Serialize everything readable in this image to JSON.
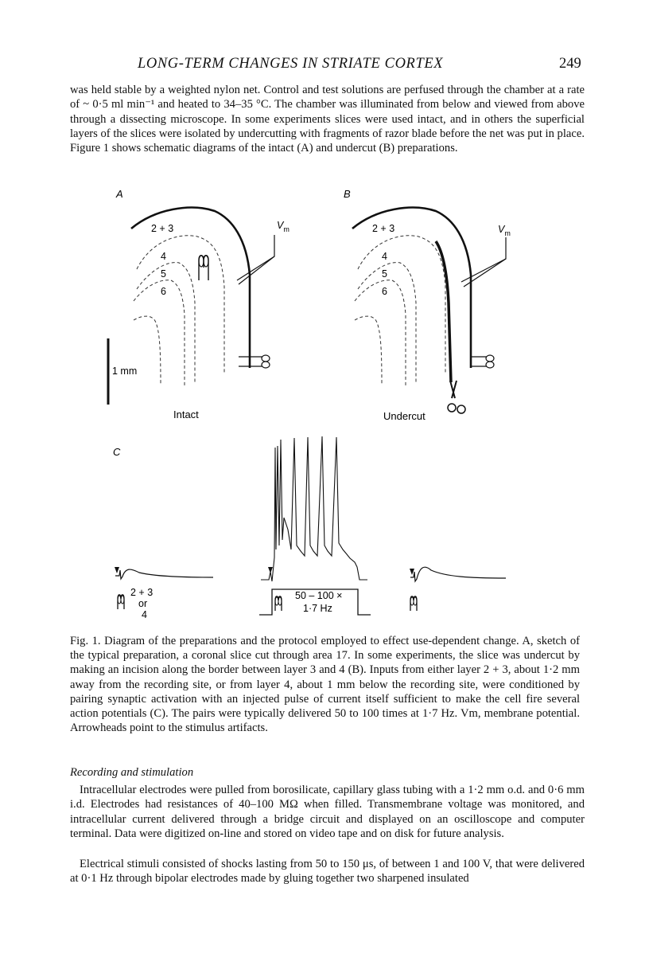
{
  "header": {
    "running_head": "LONG-TERM CHANGES IN STRIATE CORTEX",
    "page_number": "249"
  },
  "intro_paragraph": "was held stable by a weighted nylon net. Control and test solutions are perfused through the chamber at a rate of ~ 0·5 ml min⁻¹ and heated to 34–35 °C. The chamber was illuminated from below and viewed from above through a dissecting microscope. In some experiments slices were used intact, and in others the superficial layers of the slices were isolated by undercutting with fragments of razor blade before the net was put in place. Figure 1 shows schematic diagrams of the intact (A) and undercut (B) preparations.",
  "figure": {
    "panel_a": {
      "letter": "A",
      "layer_23": "2 + 3",
      "layer_4": "4",
      "layer_5": "5",
      "layer_6": "6",
      "vm": "V",
      "vm_sub": "m",
      "scale_bar": "1 mm",
      "caption_word": "Intact"
    },
    "panel_b": {
      "letter": "B",
      "layer_23": "2 + 3",
      "layer_4": "4",
      "layer_5": "5",
      "layer_6": "6",
      "vm": "V",
      "vm_sub": "m",
      "caption_word": "Undercut"
    },
    "panel_c": {
      "letter": "C",
      "stim_line1": "2 + 3",
      "stim_line2": "or",
      "stim_line3": "4",
      "pairing_line1": "50 – 100 ×",
      "pairing_line2": "1·7 Hz"
    }
  },
  "caption": "Fig. 1. Diagram of the preparations and the protocol employed to effect use-dependent change. A, sketch of the typical preparation, a coronal slice cut through area 17. In some experiments, the slice was undercut by making an incision along the border between layer 3 and 4 (B). Inputs from either layer 2 + 3, about 1·2 mm away from the recording site, or from layer 4, about 1 mm below the recording site, were conditioned by pairing synaptic activation with an injected pulse of current itself sufficient to make the cell fire several action potentials (C). The pairs were typically delivered 50 to 100 times at 1·7 Hz. Vm, membrane potential. Arrowheads point to the stimulus artifacts.",
  "section_heading": "Recording and stimulation",
  "recording_paragraph": "Intracellular electrodes were pulled from borosilicate, capillary glass tubing with a 1·2 mm o.d. and 0·6 mm i.d. Electrodes had resistances of 40–100 MΩ when filled. Transmembrane voltage was monitored, and intracellular current delivered through a bridge circuit and displayed on an oscilloscope and computer terminal. Data were digitized on-line and stored on video tape and on disk for future analysis.",
  "stimulation_paragraph": "Electrical stimuli consisted of shocks lasting from 50 to 150 μs, of between 1 and 100 V, that were delivered at 0·1 Hz through bipolar electrodes made by gluing together two sharpened insulated"
}
